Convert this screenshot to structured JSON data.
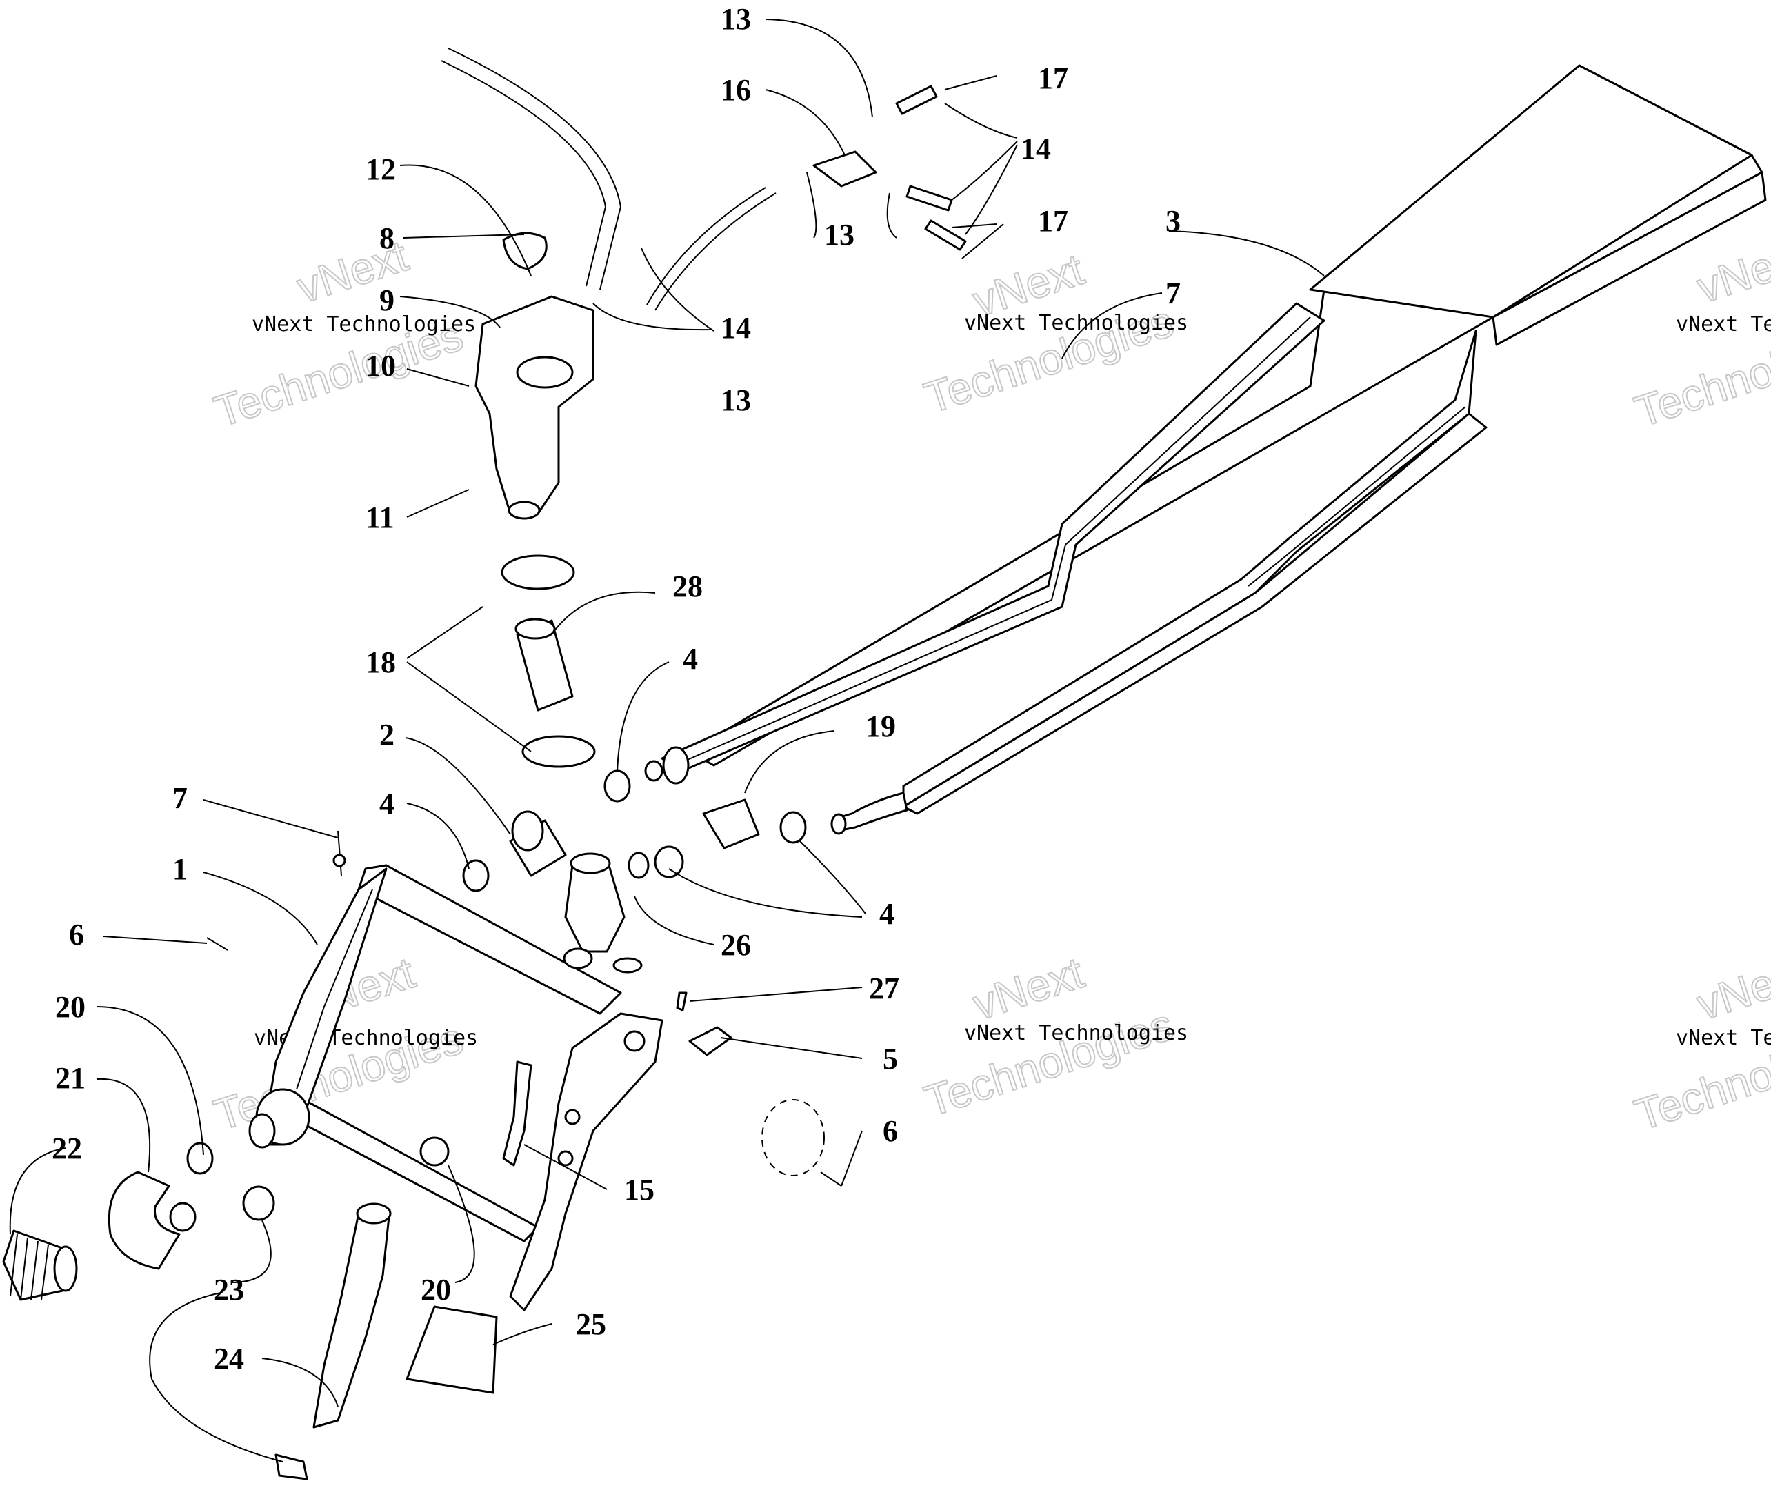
{
  "diagram": {
    "callouts": [
      "1",
      "2",
      "3",
      "4",
      "5",
      "6",
      "7",
      "8",
      "9",
      "10",
      "11",
      "12",
      "13",
      "14",
      "15",
      "16",
      "17",
      "18",
      "19",
      "20",
      "21",
      "22",
      "23",
      "24",
      "25",
      "26",
      "27",
      "28"
    ],
    "watermark": {
      "line1": "vNext Technologies",
      "line2": "vNext",
      "line3": "Technologies"
    }
  }
}
